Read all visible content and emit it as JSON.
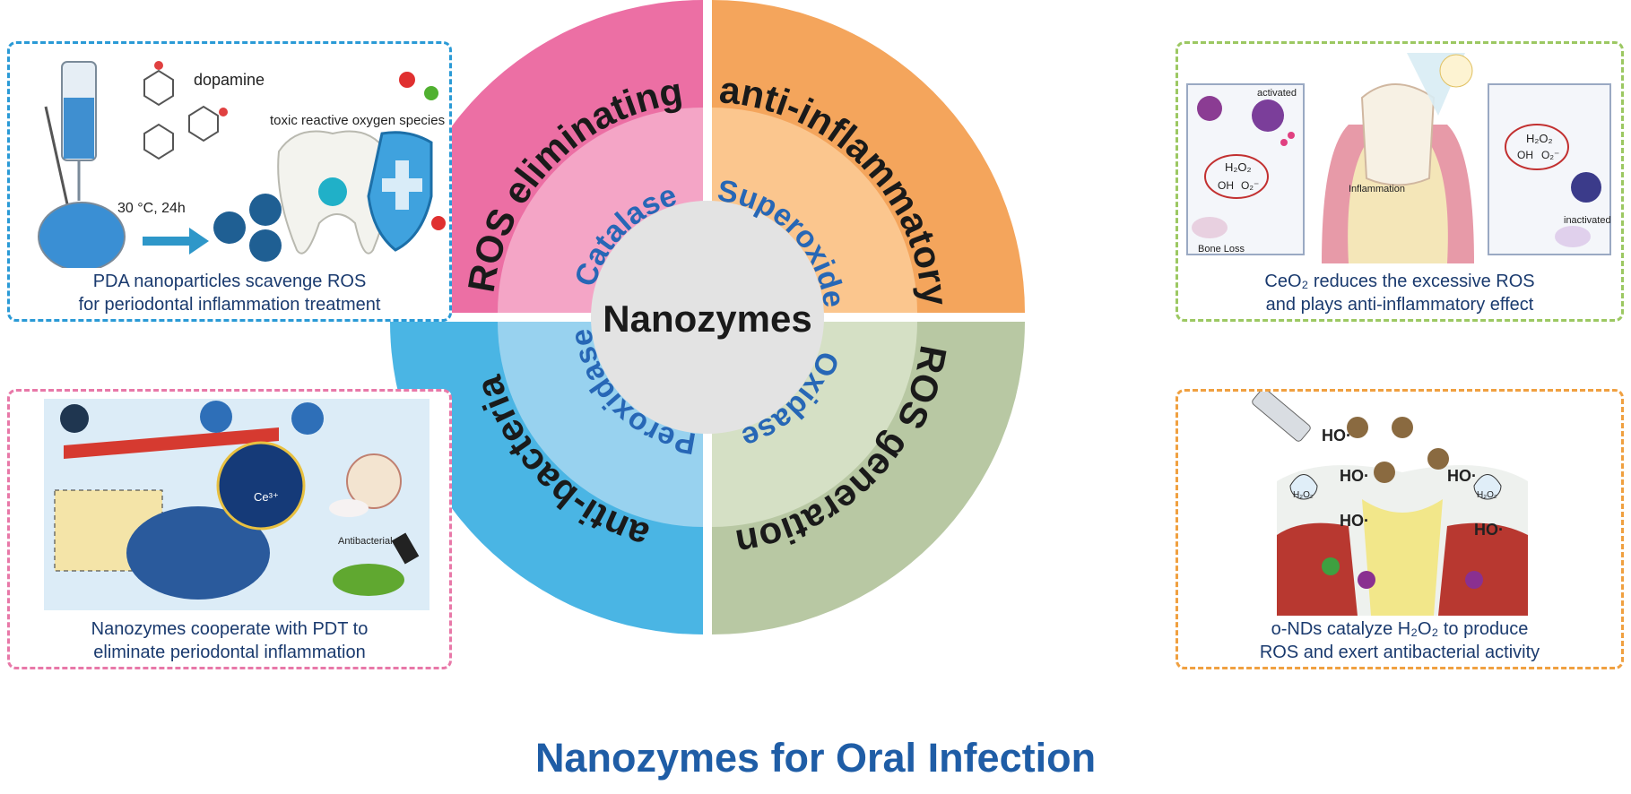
{
  "title": "Nanozymes for Oral Infection",
  "center_label": "Nanozymes",
  "colors": {
    "title": "#1f5da6",
    "inner_text": "#2767b6",
    "outer_text": "#1a1a1a",
    "center": "#e3e3e3",
    "q1_outer": "#ec6fa4",
    "q1_inner": "#f4a5c6",
    "q2_outer": "#f4a55c",
    "q2_inner": "#fbc68e",
    "q3_outer": "#4ab5e4",
    "q3_inner": "#98d2ef",
    "q4_outer": "#b8c8a3",
    "q4_inner": "#d5e0c5"
  },
  "quadrants": [
    {
      "outer": "ROS eliminating",
      "inner": "Catalase"
    },
    {
      "outer": "anti-inflammatory",
      "inner": "Superoxide"
    },
    {
      "outer": "anti-bacteria",
      "inner": "Peroxidase"
    },
    {
      "outer": "ROS generation",
      "inner": "Oxidase"
    }
  ],
  "panels": {
    "top_left": {
      "caption_line1": "PDA nanoparticles scavenge ROS",
      "caption_line2": "for periodontal inflammation treatment",
      "label_dopamine": "dopamine",
      "label_toxic": "toxic reactive oxygen species",
      "label_condition": "30 °C, 24h",
      "border_color": "#2a9ad6"
    },
    "top_right": {
      "caption_line1": "CeO₂ reduces the excessive ROS",
      "caption_line2": "and plays anti-inflammatory effect",
      "label_activated": "activated",
      "label_inflammation": "Inflammation",
      "label_bone_loss": "Bone Loss",
      "label_inactivated": "inactivated",
      "label_h2o2": "H₂O₂",
      "label_oh": "OH",
      "label_o2": "O₂⁻",
      "border_color": "#9cc862"
    },
    "bottom_left": {
      "caption_line1": "Nanozymes cooperate with PDT to",
      "caption_line2": "eliminate periodontal inflammation",
      "label_antibacterial": "Antibacterial",
      "label_ce3": "Ce³⁺",
      "border_color": "#e878a8"
    },
    "bottom_right": {
      "caption_line1": "o-NDs catalyze H₂O₂ to produce",
      "caption_line2": "ROS and exert antibacterial activity",
      "label_ho": "HO·",
      "label_h2o2": "H₂O₂",
      "border_color": "#f0a040"
    }
  }
}
